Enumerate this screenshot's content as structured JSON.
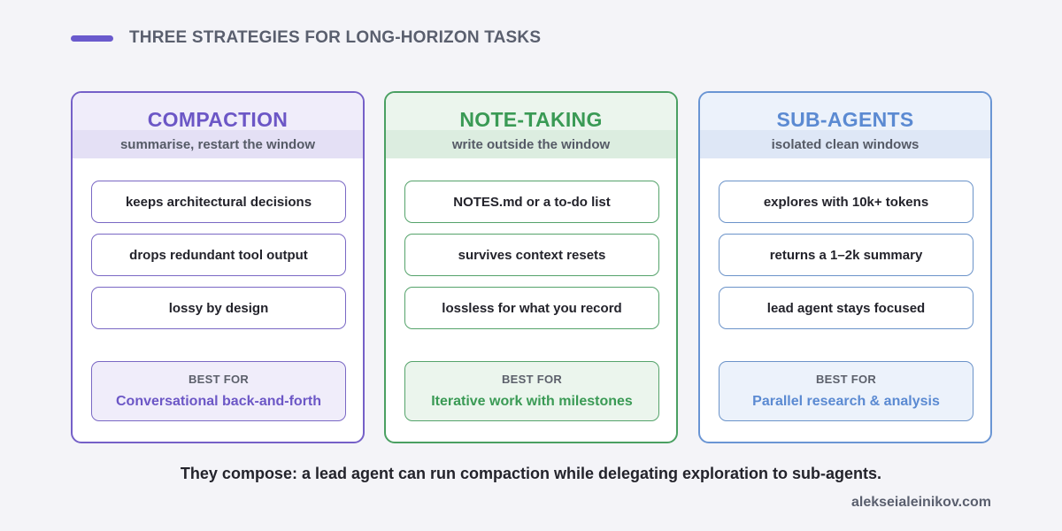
{
  "header": {
    "title": "THREE STRATEGIES FOR LONG-HORIZON TASKS"
  },
  "colors": {
    "compaction": "#6c57c6",
    "note_taking": "#3a9a55",
    "sub_agents": "#5b8ad2"
  },
  "cards": [
    {
      "title": "COMPACTION",
      "subtitle": "summarise, restart the window",
      "points": [
        "keeps architectural decisions",
        "drops redundant tool output",
        "lossy by design"
      ],
      "best_for_label": "BEST FOR",
      "best_for": "Conversational back-and-forth"
    },
    {
      "title": "NOTE-TAKING",
      "subtitle": "write outside the window",
      "points": [
        "NOTES.md or a to-do list",
        "survives context resets",
        "lossless for what you record"
      ],
      "best_for_label": "BEST FOR",
      "best_for": "Iterative work with milestones"
    },
    {
      "title": "SUB-AGENTS",
      "subtitle": "isolated clean windows",
      "points": [
        "explores with 10k+ tokens",
        "returns a 1–2k summary",
        "lead agent stays focused"
      ],
      "best_for_label": "BEST FOR",
      "best_for": "Parallel research & analysis"
    }
  ],
  "footer": {
    "note": "They compose: a lead agent can run compaction while delegating exploration to sub-agents.",
    "credit": "alekseialeinikov.com"
  }
}
